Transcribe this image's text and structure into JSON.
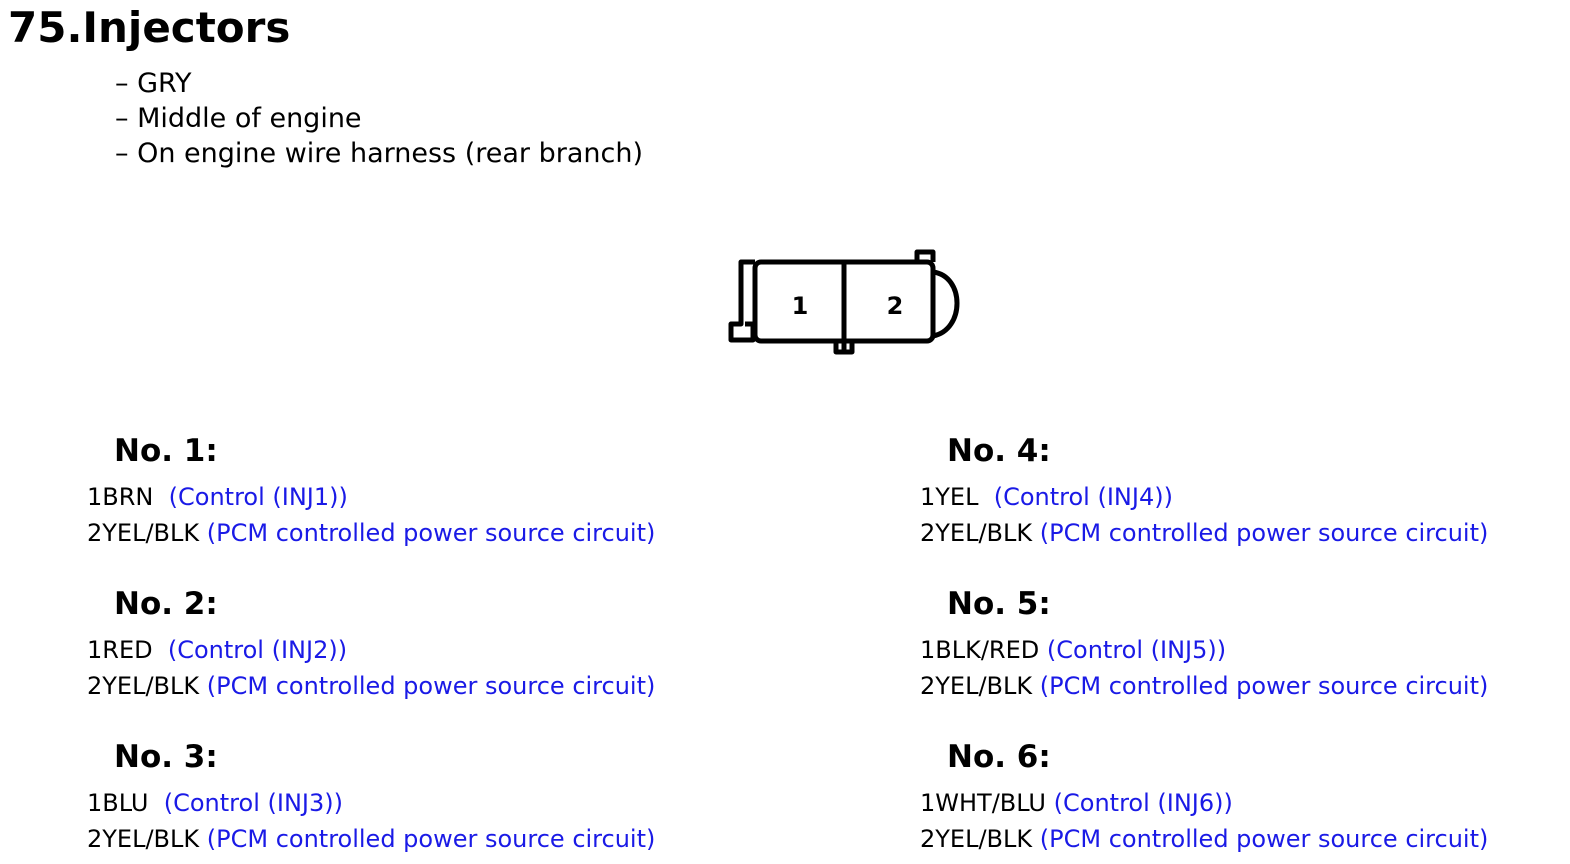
{
  "title": "75.Injectors",
  "notes": [
    "– GRY",
    "– Middle of engine",
    "– On engine wire harness (rear branch)"
  ],
  "connector": {
    "pins": [
      "1",
      "2"
    ]
  },
  "colors": {
    "description_text": "#1a1ae6",
    "text": "#000000"
  },
  "sections": [
    {
      "heading": "No. 1:",
      "pins": [
        {
          "wire": "1BRN",
          "desc": "(Control (INJ1))"
        },
        {
          "wire": "2YEL/BLK",
          "desc": "(PCM controlled power source circuit)"
        }
      ]
    },
    {
      "heading": "No. 2:",
      "pins": [
        {
          "wire": "1RED",
          "desc": "(Control (INJ2))"
        },
        {
          "wire": "2YEL/BLK",
          "desc": "(PCM controlled power source circuit)"
        }
      ]
    },
    {
      "heading": "No. 3:",
      "pins": [
        {
          "wire": "1BLU",
          "desc": "(Control (INJ3))"
        },
        {
          "wire": "2YEL/BLK",
          "desc": "(PCM controlled power source circuit)"
        }
      ]
    },
    {
      "heading": "No. 4:",
      "pins": [
        {
          "wire": "1YEL",
          "desc": "(Control (INJ4))"
        },
        {
          "wire": "2YEL/BLK",
          "desc": "(PCM controlled power source circuit)"
        }
      ]
    },
    {
      "heading": "No. 5:",
      "pins": [
        {
          "wire": "1BLK/RED",
          "desc": "(Control (INJ5))"
        },
        {
          "wire": "2YEL/BLK",
          "desc": "(PCM controlled power source circuit)"
        }
      ]
    },
    {
      "heading": "No. 6:",
      "pins": [
        {
          "wire": "1WHT/BLU",
          "desc": "(Control (INJ6))"
        },
        {
          "wire": "2YEL/BLK",
          "desc": "(PCM controlled power source circuit)"
        }
      ]
    }
  ]
}
